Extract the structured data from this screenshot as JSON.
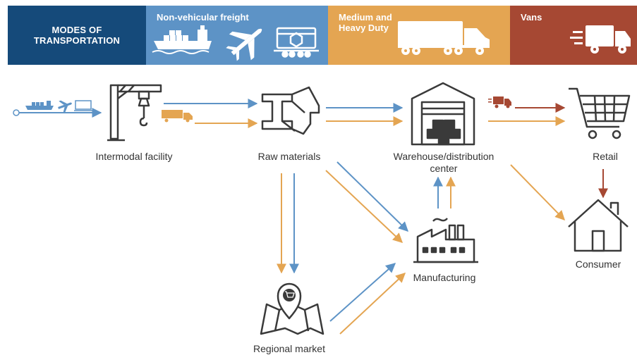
{
  "header": {
    "modes": "MODES OF TRANSPORTATION",
    "non_vehicular": "Non-vehicular freight",
    "medium_heavy": "Medium and Heavy Duty",
    "vans": "Vans"
  },
  "nodes": {
    "intermodal": "Intermodal facility",
    "raw": "Raw materials",
    "warehouse": "Warehouse/distribution center",
    "retail": "Retail",
    "consumer": "Consumer",
    "manufacturing": "Manufacturing",
    "regional": "Regional market"
  },
  "colors": {
    "navy": "#154a7a",
    "blue": "#5d93c6",
    "orange": "#e4a552",
    "rust": "#a64833",
    "icon": "#3a3a3a"
  }
}
